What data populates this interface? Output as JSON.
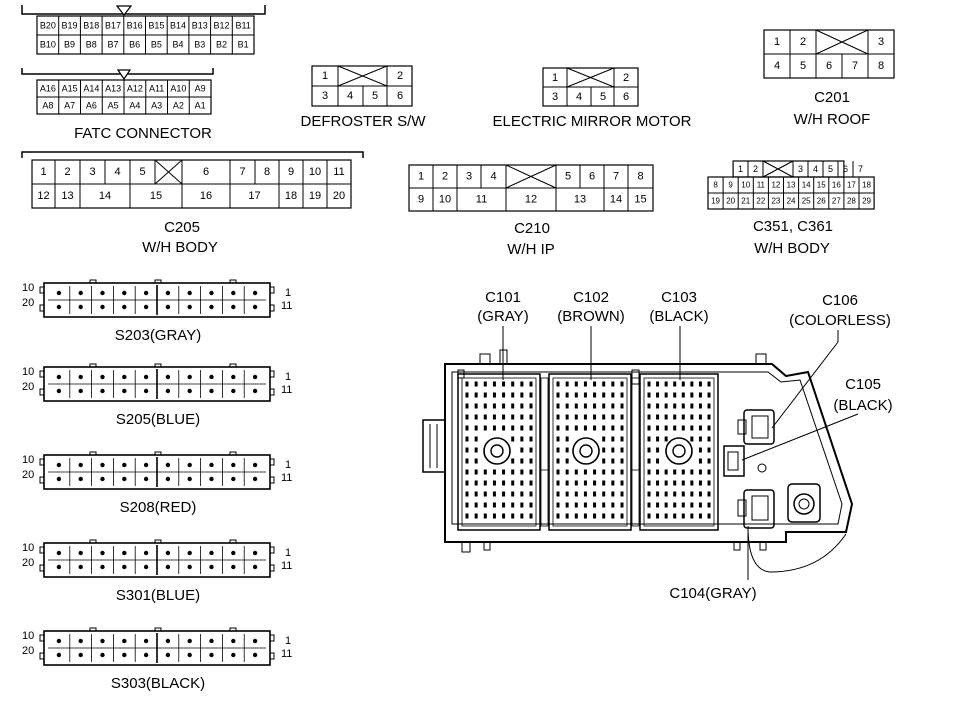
{
  "fatc": {
    "caption": "FATC CONNECTOR",
    "b_top": [
      "B20",
      "B19",
      "B18",
      "B17",
      "B16",
      "B15",
      "B14",
      "B13",
      "B12",
      "B11"
    ],
    "b_bottom": [
      "B10",
      "B9",
      "B8",
      "B7",
      "B6",
      "B5",
      "B4",
      "B3",
      "B2",
      "B1"
    ],
    "a_top": [
      "A16",
      "A15",
      "A14",
      "A13",
      "A12",
      "A11",
      "A10",
      "A9"
    ],
    "a_bottom": [
      "A8",
      "A7",
      "A6",
      "A5",
      "A4",
      "A3",
      "A2",
      "A1"
    ]
  },
  "defroster": {
    "caption": "DEFROSTER S/W",
    "top": [
      "1",
      "",
      "2"
    ],
    "bottom": [
      "3",
      "4",
      "5",
      "6"
    ]
  },
  "mirror": {
    "caption": "ELECTRIC MIRROR MOTOR",
    "top": [
      "1",
      "",
      "2"
    ],
    "bottom": [
      "3",
      "4",
      "5",
      "6"
    ]
  },
  "c201": {
    "name": "C201",
    "caption": "W/H ROOF",
    "top": [
      "1",
      "2",
      "",
      "3"
    ],
    "bottom": [
      "4",
      "5",
      "6",
      "7",
      "8"
    ]
  },
  "c205": {
    "name": "C205",
    "caption": "W/H BODY",
    "top": [
      "1",
      "2",
      "3",
      "4",
      "5",
      "",
      "6",
      "7",
      "8",
      "9",
      "10",
      "11"
    ],
    "bottom": [
      "12",
      "13",
      "14",
      "15",
      "16",
      "17",
      "18",
      "19",
      "20"
    ]
  },
  "c210": {
    "name": "C210",
    "caption": "W/H IP",
    "top": [
      "1",
      "2",
      "3",
      "4",
      "",
      "5",
      "6",
      "7",
      "8"
    ],
    "bottom": [
      "9",
      "10",
      "11",
      "12",
      "13",
      "14",
      "15"
    ]
  },
  "c351": {
    "name": "C351, C361",
    "caption": "W/H BODY",
    "row1": [
      "1",
      "2",
      "",
      "3",
      "4",
      "5",
      "6",
      "7"
    ],
    "row2": [
      "8",
      "9",
      "10",
      "11",
      "12",
      "13",
      "14",
      "15",
      "16",
      "17",
      "18"
    ],
    "row3": [
      "19",
      "20",
      "21",
      "22",
      "23",
      "24",
      "25",
      "26",
      "27",
      "28",
      "29"
    ]
  },
  "splices": [
    {
      "caption": "S203(GRAY)",
      "left_top": "10",
      "left_bottom": "20",
      "right_top": "1",
      "right_bottom": "11"
    },
    {
      "caption": "S205(BLUE)",
      "left_top": "10",
      "left_bottom": "20",
      "right_top": "1",
      "right_bottom": "11"
    },
    {
      "caption": "S208(RED)",
      "left_top": "10",
      "left_bottom": "20",
      "right_top": "1",
      "right_bottom": "11"
    },
    {
      "caption": "S301(BLUE)",
      "left_top": "10",
      "left_bottom": "20",
      "right_top": "1",
      "right_bottom": "11"
    },
    {
      "caption": "S303(BLACK)",
      "left_top": "10",
      "left_bottom": "20",
      "right_top": "1",
      "right_bottom": "11"
    }
  ],
  "junction_block": {
    "c101": {
      "name": "C101",
      "color": "(GRAY)"
    },
    "c102": {
      "name": "C102",
      "color": "(BROWN)"
    },
    "c103": {
      "name": "C103",
      "color": "(BLACK)"
    },
    "c106": {
      "name": "C106",
      "color": "(COLORLESS)"
    },
    "c105": {
      "name": "C105",
      "color": "(BLACK)"
    },
    "c104": {
      "name": "C104(GRAY)"
    }
  }
}
